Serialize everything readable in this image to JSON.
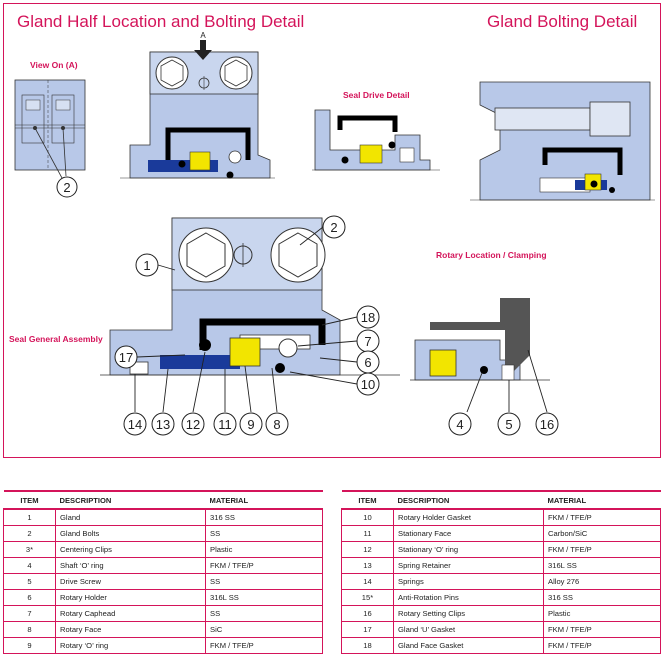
{
  "titles": {
    "left": "Gland Half Location and Bolting Detail",
    "right": "Gland Bolting Detail"
  },
  "subtitles": {
    "view_on": "View On (A)",
    "seal_drive": "Seal Drive Detail",
    "rotary_location": "Rotary Location / Clamping",
    "seal_general": "Seal General Assembly"
  },
  "arrow_label": "A",
  "callouts": {
    "c1": "1",
    "c2": "2",
    "c2b": "2",
    "c4": "4",
    "c5": "5",
    "c6": "6",
    "c7": "7",
    "c8": "8",
    "c9": "9",
    "c10": "10",
    "c11": "11",
    "c12": "12",
    "c13": "13",
    "c14": "14",
    "c16": "16",
    "c17": "17",
    "c18": "18"
  },
  "table_headers": {
    "item": "ITEM",
    "description": "DESCRIPTION",
    "material": "MATERIAL"
  },
  "parts_left": [
    {
      "item": "1",
      "description": "Gland",
      "material": "316 SS"
    },
    {
      "item": "2",
      "description": "Gland Bolts",
      "material": "SS"
    },
    {
      "item": "3*",
      "description": "Centering Clips",
      "material": "Plastic"
    },
    {
      "item": "4",
      "description": "Shaft ‘O’ ring",
      "material": "FKM / TFE/P"
    },
    {
      "item": "5",
      "description": "Drive Screw",
      "material": "SS"
    },
    {
      "item": "6",
      "description": "Rotary Holder",
      "material": "316L SS"
    },
    {
      "item": "7",
      "description": "Rotary Caphead",
      "material": "SS"
    },
    {
      "item": "8",
      "description": "Rotary Face",
      "material": "SiC"
    },
    {
      "item": "9",
      "description": "Rotary ‘O’ ring",
      "material": "FKM / TFE/P"
    }
  ],
  "parts_right": [
    {
      "item": "10",
      "description": "Rotary Holder Gasket",
      "material": "FKM / TFE/P"
    },
    {
      "item": "11",
      "description": "Stationary Face",
      "material": "Carbon/SiC"
    },
    {
      "item": "12",
      "description": "Stationary ‘O’ ring",
      "material": "FKM / TFE/P"
    },
    {
      "item": "13",
      "description": "Spring Retainer",
      "material": "316L SS"
    },
    {
      "item": "14",
      "description": "Springs",
      "material": "Alloy 276"
    },
    {
      "item": "15*",
      "description": "Anti-Rotation Pins",
      "material": "316 SS"
    },
    {
      "item": "16",
      "description": "Rotary Setting Clips",
      "material": "Plastic"
    },
    {
      "item": "17",
      "description": "Gland ‘U’ Gasket",
      "material": "FKM / TFE/P"
    },
    {
      "item": "18",
      "description": "Gland Face Gasket",
      "material": "FKM / TFE/P"
    }
  ],
  "colors": {
    "accent": "#d4145a",
    "metal": "#b8c8e8",
    "gasket": "#000000",
    "face_yellow": "#f2e500",
    "face_blue": "#1a3a9a",
    "clip_gray": "#555555"
  }
}
